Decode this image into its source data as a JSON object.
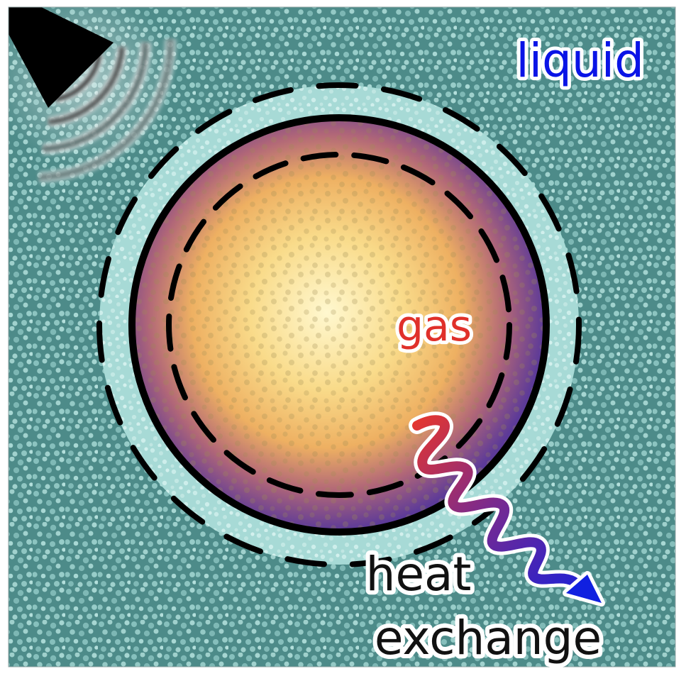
{
  "labels": {
    "liquid": "liquid",
    "gas": "gas",
    "heat_line1": "heat",
    "heat_line2": "exchange"
  },
  "colors": {
    "liquid_bg": "#4f8f8d",
    "liquid_shell": "#a9dcd8",
    "gas_center": "#fff6c4",
    "gas_mid": "#f2b65a",
    "gas_edge": "#6b3e9a",
    "liquid_text": "#0a14e6",
    "gas_text": "#e0302a",
    "heat_text": "#111111",
    "arrow_start": "#e8362c",
    "arrow_mid": "#6b2a9a",
    "arrow_end": "#1020e0"
  },
  "icons": {
    "speaker": "loudspeaker-emitting-sound-waves-icon"
  }
}
